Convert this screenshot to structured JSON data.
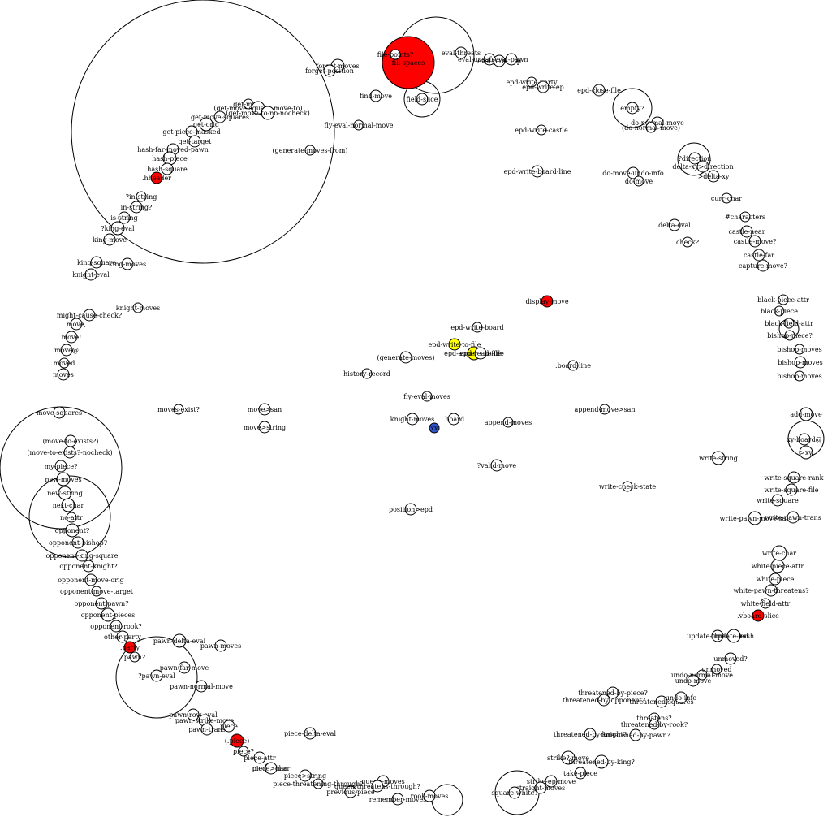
{
  "colors": {
    "normal": "#ffffff",
    "red": "#ff0000",
    "yellow": "#ffff00",
    "blue": "#3355cc",
    "stroke": "#000000"
  },
  "nodes": [
    {
      "label": "forget-moves",
      "color": "normal"
    },
    {
      "label": "forget-position",
      "color": "normal"
    },
    {
      "label": "get-move",
      "color": "normal"
    },
    {
      "label": "(get-move-square-move-to)",
      "color": "normal"
    },
    {
      "label": "get-move-squares",
      "color": "normal"
    },
    {
      "label": "(get-move-to-no-nocheck)",
      "color": "normal"
    },
    {
      "label": "get-orig",
      "color": "normal"
    },
    {
      "label": "get-piece-masked",
      "color": "normal"
    },
    {
      "label": "get-target",
      "color": "normal"
    },
    {
      "label": "hash-far-moved-pawn",
      "color": "normal"
    },
    {
      "label": "hash-piece",
      "color": "normal"
    },
    {
      "label": "hash-square",
      "color": "normal"
    },
    {
      "label": ".hheader",
      "color": "red"
    },
    {
      "label": "?in-string",
      "color": "normal"
    },
    {
      "label": "in-string?",
      "color": "normal"
    },
    {
      "label": "is-string",
      "color": "normal"
    },
    {
      "label": "?king-eval",
      "color": "normal"
    },
    {
      "label": "king-move",
      "color": "normal"
    },
    {
      "label": "fly-eval-normal-move",
      "color": "normal"
    },
    {
      "label": "(generate-moves-from)",
      "color": "normal"
    },
    {
      "label": "find-move",
      "color": "normal"
    },
    {
      "label": "field-slice",
      "color": "normal"
    },
    {
      "label": "fill-spaces",
      "color": "red"
    },
    {
      "label": "file-points?",
      "color": "normal"
    },
    {
      "label": "eval-threats",
      "color": "normal"
    },
    {
      "label": "eval-unsafe-threats",
      "color": "normal"
    },
    {
      "label": "eval-pawn-ep",
      "color": "normal"
    },
    {
      "label": "eval-pawn",
      "color": "normal"
    },
    {
      "label": "epd-write-party",
      "color": "normal"
    },
    {
      "label": "epd-write-ep",
      "color": "normal"
    },
    {
      "label": "epd-close-file",
      "color": "normal"
    },
    {
      "label": "epd-write-castle",
      "color": "normal"
    },
    {
      "label": "epd-write-board-line",
      "color": "normal"
    },
    {
      "label": "empty?",
      "color": "normal"
    },
    {
      "label": "do-normal-move",
      "color": "normal"
    },
    {
      "label": "(do-normal-move)",
      "color": "normal"
    },
    {
      "label": "?direction",
      "color": "normal"
    },
    {
      "label": "delta-xy>direction",
      "color": "normal"
    },
    {
      "label": ">delta-xy",
      "color": "normal"
    },
    {
      "label": "do-move-undo-info",
      "color": "normal"
    },
    {
      "label": "do-move",
      "color": "normal"
    },
    {
      "label": "curr-char",
      "color": "normal"
    },
    {
      "label": "#characters",
      "color": "normal"
    },
    {
      "label": "delta-eval",
      "color": "normal"
    },
    {
      "label": "castle-near",
      "color": "normal"
    },
    {
      "label": "castle-move?",
      "color": "normal"
    },
    {
      "label": "check?",
      "color": "normal"
    },
    {
      "label": "castle-far",
      "color": "normal"
    },
    {
      "label": "capture-move?",
      "color": "normal"
    },
    {
      "label": "king-square",
      "color": "normal"
    },
    {
      "label": "king-moves",
      "color": "normal"
    },
    {
      "label": "knight-eval",
      "color": "normal"
    },
    {
      "label": "knight-moves",
      "color": "normal"
    },
    {
      "label": "might-cause-check?",
      "color": "normal"
    },
    {
      "label": "move,",
      "color": "normal"
    },
    {
      "label": "move!",
      "color": "normal"
    },
    {
      "label": "move@",
      "color": "normal"
    },
    {
      "label": "moved",
      "color": "normal"
    },
    {
      "label": "moves",
      "color": "normal"
    },
    {
      "label": "display-move",
      "color": "red"
    },
    {
      "label": "epd-write-board",
      "color": "normal"
    },
    {
      "label": "epd-write-to-file",
      "color": "yellow"
    },
    {
      "label": "epd-append-to-file",
      "color": "yellow"
    },
    {
      "label": "epd-read-file",
      "color": "normal"
    },
    {
      "label": "(generate-moves)",
      "color": "normal"
    },
    {
      "label": "history-record",
      "color": "normal"
    },
    {
      "label": ".board-line",
      "color": "normal"
    },
    {
      "label": "black-piece-attr",
      "color": "normal"
    },
    {
      "label": "black-piece",
      "color": "normal"
    },
    {
      "label": "black-field-attr",
      "color": "normal"
    },
    {
      "label": "bishop-piece?",
      "color": "normal"
    },
    {
      "label": "bishop-moves",
      "color": "normal"
    },
    {
      "label": "bishop-moves",
      "color": "normal"
    },
    {
      "label": "bishop-moves",
      "color": "normal"
    },
    {
      "label": "move-squares",
      "color": "normal"
    },
    {
      "label": "moves-exist?",
      "color": "normal"
    },
    {
      "label": "move>san",
      "color": "normal"
    },
    {
      "label": "move>string",
      "color": "normal"
    },
    {
      "label": "fly-eval-moves",
      "color": "normal"
    },
    {
      "label": "knight-moves",
      "color": "normal"
    },
    {
      "label": "xx",
      "color": "blue"
    },
    {
      "label": ".board",
      "color": "normal"
    },
    {
      "label": "append-moves",
      "color": "normal"
    },
    {
      "label": "append-move>san",
      "color": "normal"
    },
    {
      "label": "add-move",
      "color": "normal"
    },
    {
      "label": "xy-board@",
      "color": "normal"
    },
    {
      "label": ">xy",
      "color": "normal"
    },
    {
      "label": "(move-to-exists?)",
      "color": "normal"
    },
    {
      "label": "(move-to-exists?-nocheck)",
      "color": "normal"
    },
    {
      "label": "my-piece?",
      "color": "normal"
    },
    {
      "label": "new-moves",
      "color": "normal"
    },
    {
      "label": "new-string",
      "color": "normal"
    },
    {
      "label": "next-char",
      "color": "normal"
    },
    {
      "label": "no-attr",
      "color": "normal"
    },
    {
      "label": "?valid-move",
      "color": "normal"
    },
    {
      "label": "write-check-state",
      "color": "normal"
    },
    {
      "label": "write-string",
      "color": "normal"
    },
    {
      "label": "write-square-rank",
      "color": "normal"
    },
    {
      "label": "write-square-file",
      "color": "normal"
    },
    {
      "label": "write-square",
      "color": "normal"
    },
    {
      "label": "write-pawn-move-san",
      "color": "normal"
    },
    {
      "label": "write-pawn-trans",
      "color": "normal"
    },
    {
      "label": "position>epd",
      "color": "normal"
    },
    {
      "label": "opponent?",
      "color": "normal"
    },
    {
      "label": "opponent-bishop?",
      "color": "normal"
    },
    {
      "label": "opponent-king-square",
      "color": "normal"
    },
    {
      "label": "opponent-knight?",
      "color": "normal"
    },
    {
      "label": "opponent-move-orig",
      "color": "normal"
    },
    {
      "label": "opponent-move-target",
      "color": "normal"
    },
    {
      "label": "opponent-pawn?",
      "color": "normal"
    },
    {
      "label": "opponent-pieces",
      "color": "normal"
    },
    {
      "label": "opponent-rook?",
      "color": "normal"
    },
    {
      "label": "other-party",
      "color": "normal"
    },
    {
      "label": ".party",
      "color": "red"
    },
    {
      "label": "pawn?",
      "color": "normal"
    },
    {
      "label": "pawn-delta-eval",
      "color": "normal"
    },
    {
      "label": "pawn-moves",
      "color": "normal"
    },
    {
      "label": "pawn-far-move",
      "color": "normal"
    },
    {
      "label": "?pawn-eval",
      "color": "normal"
    },
    {
      "label": "pawn-normal-move",
      "color": "normal"
    },
    {
      "label": "pawn-row-eval",
      "color": "normal"
    },
    {
      "label": "pawn-strike-move",
      "color": "normal"
    },
    {
      "label": "pawn-trans",
      "color": "normal"
    },
    {
      "label": "piece",
      "color": "normal"
    },
    {
      "label": "(.piece)",
      "color": "red"
    },
    {
      "label": "piece?",
      "color": "normal"
    },
    {
      "label": "piece-attr",
      "color": "normal"
    },
    {
      "label": "piece-char",
      "color": "normal"
    },
    {
      "label": "piece>char",
      "color": "normal"
    },
    {
      "label": "piece-delta-eval",
      "color": "normal"
    },
    {
      "label": "piece>string",
      "color": "normal"
    },
    {
      "label": "piece-threatening-through?",
      "color": "normal"
    },
    {
      "label": "previous-piece",
      "color": "normal"
    },
    {
      "label": "queen-moves",
      "color": "normal"
    },
    {
      "label": "queen-threatens-through?",
      "color": "normal"
    },
    {
      "label": "remember-moves",
      "color": "normal"
    },
    {
      "label": "rook-moves",
      "color": "normal"
    },
    {
      "label": "strike?-move",
      "color": "normal"
    },
    {
      "label": "threatened-by-king?",
      "color": "normal"
    },
    {
      "label": "take-piece",
      "color": "normal"
    },
    {
      "label": "strike-ep-move",
      "color": "normal"
    },
    {
      "label": "straight-moves",
      "color": "normal"
    },
    {
      "label": "square-white?",
      "color": "normal"
    },
    {
      "label": "threatened-by-knight?",
      "color": "normal"
    },
    {
      "label": "threatened-by-pawn?",
      "color": "normal"
    },
    {
      "label": "threatens?",
      "color": "normal"
    },
    {
      "label": "threatened-by-rook?",
      "color": "normal"
    },
    {
      "label": "threatened-by-piece?",
      "color": "normal"
    },
    {
      "label": "threatened-by-opponent?",
      "color": "normal"
    },
    {
      "label": "threatened-squares",
      "color": "normal"
    },
    {
      "label": "undo-info",
      "color": "normal"
    },
    {
      "label": "undo-move",
      "color": "normal"
    },
    {
      "label": "undo-normal-move",
      "color": "normal"
    },
    {
      "label": "unmoved",
      "color": "normal"
    },
    {
      "label": "unmoved?",
      "color": "normal"
    },
    {
      "label": "update-threatened",
      "color": "normal"
    },
    {
      "label": "update-hash",
      "color": "normal"
    },
    {
      "label": ".vboard-slice",
      "color": "red"
    },
    {
      "label": "white-field-attr",
      "color": "normal"
    },
    {
      "label": "white-pawn-threatens?",
      "color": "normal"
    },
    {
      "label": "white-piece",
      "color": "normal"
    },
    {
      "label": "white-piece-attr",
      "color": "normal"
    },
    {
      "label": "write-char",
      "color": "normal"
    }
  ]
}
